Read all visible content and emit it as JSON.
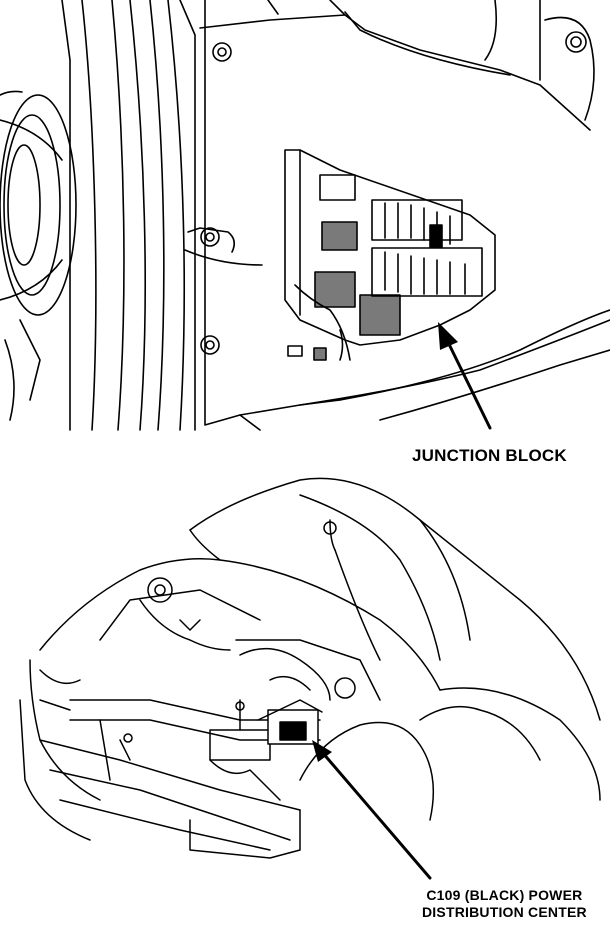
{
  "figure": {
    "callouts": {
      "junction_block": "JUNCTION BLOCK",
      "pdc_line1": "C109 (BLACK) POWER",
      "pdc_line2": "DISTRIBUTION CENTER"
    },
    "colors": {
      "ink": "#000000",
      "paper": "#ffffff",
      "shade": "#7a7a7a"
    }
  }
}
